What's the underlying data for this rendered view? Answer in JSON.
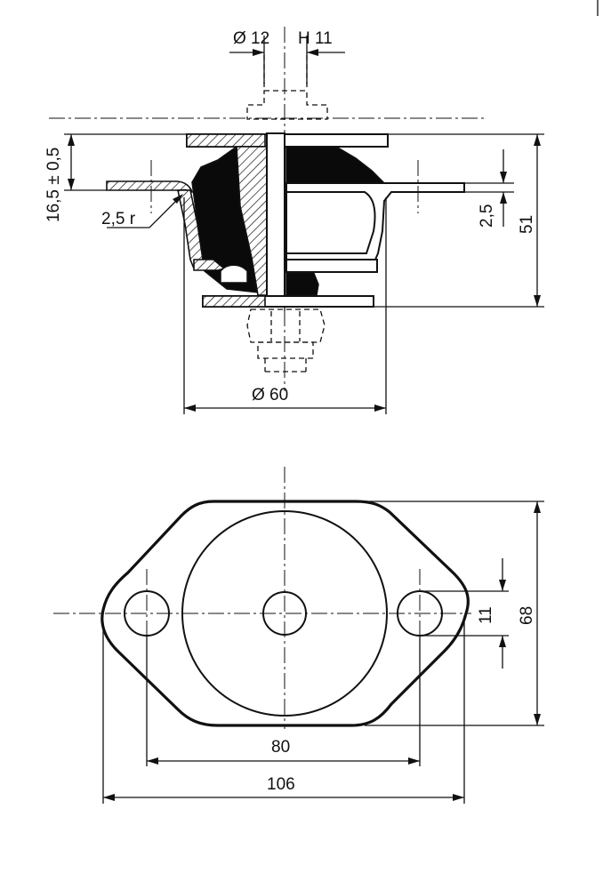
{
  "dimensions": {
    "bore_diameter": "Ø 12",
    "bore_tolerance": "H 11",
    "flange_height": "16,5 ± 0,5",
    "radius": "2,5 r",
    "plate_thickness": "2,5",
    "overall_height": "51",
    "body_diameter": "Ø 60",
    "hole_diameter": "11",
    "flange_width": "68",
    "hole_spacing": "80",
    "overall_length": "106"
  }
}
